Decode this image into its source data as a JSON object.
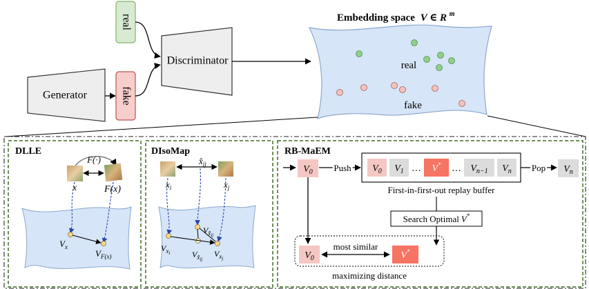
{
  "top": {
    "real_label": "real",
    "fake_label": "fake",
    "generator_label": "Generator",
    "discriminator_label": "Discriminator",
    "embedding_title": "Embedding space",
    "embedding_math": "V ∈ R",
    "embedding_sup": "m",
    "space_real_label": "real",
    "space_fake_label": "fake"
  },
  "dlle": {
    "title": "DLLE",
    "func_label": "F(·)",
    "x_label": "x",
    "fx_label": "F(x)",
    "vx_label": "V",
    "vx_sub": "x",
    "vfx_label": "V",
    "vfx_sub": "F(x)"
  },
  "disomap": {
    "title": "DIsoMap",
    "xi_label": "x",
    "xi_sub": "i",
    "xj_label": "x",
    "xj_sub": "j",
    "xij_label": "x̂",
    "xij_sub": "ij",
    "vxi_label": "V",
    "vxi_sub": "x",
    "vxi_subsub": "i",
    "vxj_label": "V",
    "vxj_sub": "x",
    "vxj_subsub": "j",
    "vxij_label": "V",
    "vxij_sub": "x̂",
    "vxij_subsub": "ij",
    "vhatxij_label": "V",
    "vhatxij_sub": "x̂",
    "vhatxij_subsub": "ij"
  },
  "rbmaem": {
    "title": "RB-MaEM",
    "v0": "V",
    "v0_sub": "0",
    "push_label": "Push",
    "pop_label": "Pop",
    "buffer_cells": [
      {
        "base": "V",
        "sub": "0",
        "sup": "",
        "kind": "pink"
      },
      {
        "base": "V",
        "sub": "1",
        "sup": "",
        "kind": "gray"
      },
      {
        "base": "…",
        "sub": "",
        "sup": "",
        "kind": "dots"
      },
      {
        "base": "V",
        "sub": "",
        "sup": "*",
        "kind": "red"
      },
      {
        "base": "…",
        "sub": "",
        "sup": "",
        "kind": "dots"
      },
      {
        "base": "V",
        "sub": "n−1",
        "sup": "",
        "kind": "gray"
      },
      {
        "base": "V",
        "sub": "n",
        "sup": "",
        "kind": "gray"
      }
    ],
    "vn": "V",
    "vn_sub": "n",
    "buffer_caption": "First-in-first-out replay buffer",
    "search_label": "Search Optimal",
    "search_math": "V",
    "search_sup": "*",
    "most_similar": "most similar",
    "vstar": "V",
    "vstar_sup": "*",
    "max_distance": "maximizing distance"
  },
  "colors": {
    "real_fill": "#d9ead3",
    "real_stroke": "#82b366",
    "fake_fill": "#f8cecc",
    "fake_stroke": "#b85450",
    "block_fill": "#eeeeee",
    "space_fill": "#d6e5f7",
    "space_stroke": "#8aa8cc",
    "green_dot": "#8fcf8a",
    "pink_dot": "#f4c2bd",
    "orange_dot": "#f7d58b",
    "panel_border": "#3d6b21",
    "arrow_blue": "#2a44a8",
    "cell_pink": "#f4c7c3",
    "cell_gray": "#dcdcdc",
    "cell_red": "#f57463"
  }
}
